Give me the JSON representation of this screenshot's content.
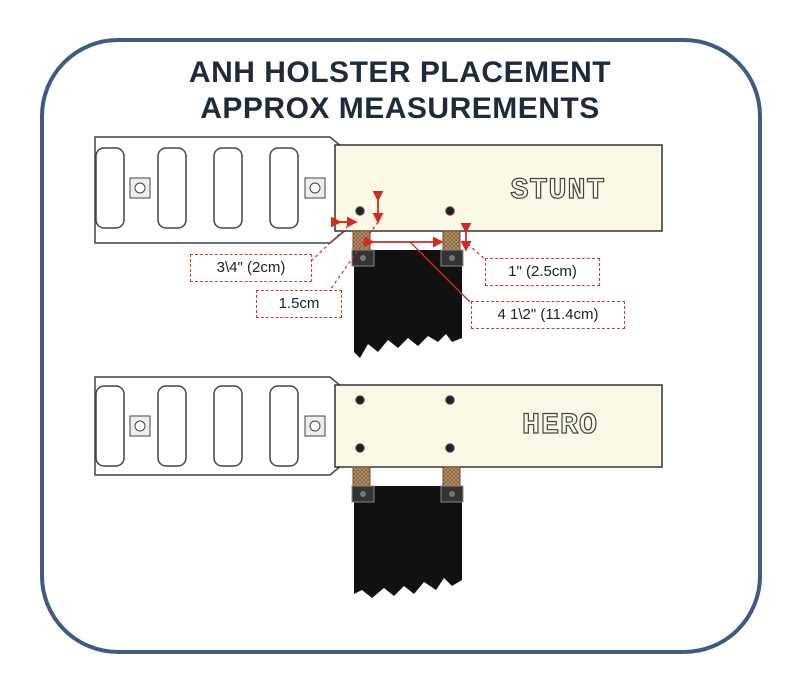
{
  "title": {
    "line1": "ANH HOLSTER PLACEMENT",
    "line2": "APPROX MEASUREMENTS"
  },
  "stunt": {
    "label": "STUNT",
    "measurements": {
      "edge_offset": "3\\4\" (2cm)",
      "hole_offset": "1.5cm",
      "strap_width": "1\" (2.5cm)",
      "strap_spacing": "4 1\\2\" (11.4cm)"
    }
  },
  "hero": {
    "label": "HERO"
  },
  "colors": {
    "frame": "#3e5b82",
    "plate": "#fcf8e6",
    "dimension": "#d22a2a",
    "holster": "#111111",
    "strap": "#b9946a"
  }
}
